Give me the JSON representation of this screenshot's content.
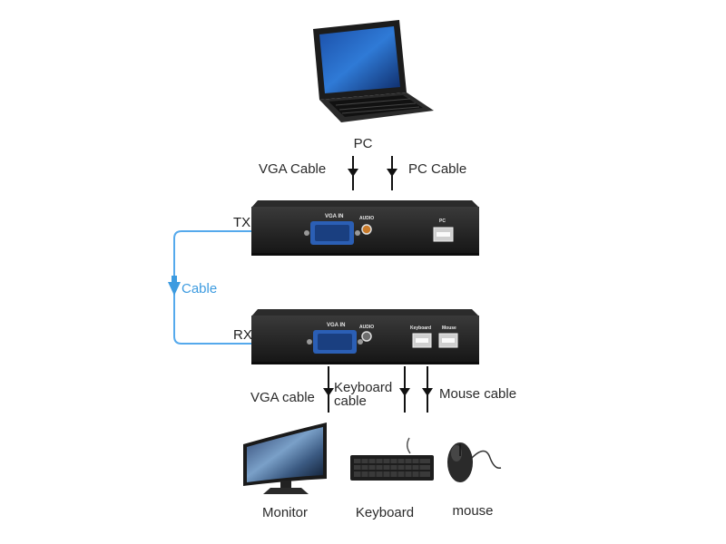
{
  "pc": {
    "label": "PC"
  },
  "tx_inputs": {
    "left_label": "VGA Cable",
    "right_label": "PC Cable"
  },
  "tx_box": {
    "side_label": "TX",
    "port_vga": "VGA IN",
    "port_audio": "AUDIO",
    "port_usb": "PC"
  },
  "link": {
    "label": "Cable",
    "color": "#3d9be0"
  },
  "rx_box": {
    "side_label": "RX",
    "port_vga": "VGA IN",
    "port_audio": "AUDIO",
    "port_keyboard": "Keyboard",
    "port_mouse": "Mouse"
  },
  "rx_outputs": {
    "vga_label": "VGA cable",
    "keyboard_label_line1": "Keyboard",
    "keyboard_label_line2": "cable",
    "mouse_label": "Mouse cable"
  },
  "devices": {
    "monitor": "Monitor",
    "keyboard": "Keyboard",
    "mouse": "mouse"
  },
  "icons": {
    "laptop": "laptop-icon",
    "monitor": "monitor-icon",
    "keyboard": "keyboard-icon",
    "mouse": "mouse-icon"
  }
}
